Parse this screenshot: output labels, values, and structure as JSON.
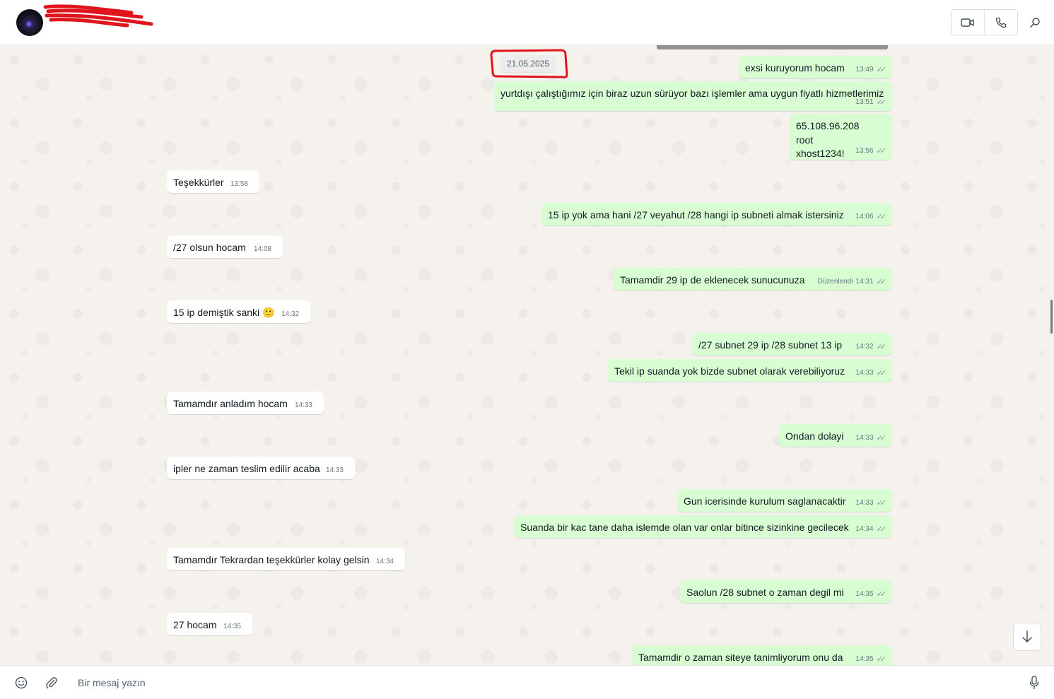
{
  "header": {
    "contact_name": "",
    "icons": {
      "video": "video-camera-icon",
      "call": "phone-icon",
      "search": "search-icon"
    }
  },
  "date_chip": "21.05.2025",
  "messages": [
    {
      "dir": "out",
      "text": "exsi kuruyorum hocam",
      "time": "13:49",
      "ticks": true,
      "edited": ""
    },
    {
      "dir": "out",
      "text": "yurtdışı çalıştığımız için biraz uzun sürüyor bazı işlemler ama uygun fiyatlı hizmetlerimiz",
      "time": "13:51",
      "ticks": true,
      "edited": ""
    },
    {
      "dir": "out",
      "text": "65.108.96.208\nroot\nxhost1234!",
      "time": "13:56",
      "ticks": true,
      "edited": ""
    },
    {
      "dir": "in",
      "text": "Teşekkürler",
      "time": "13:58",
      "ticks": false,
      "edited": ""
    },
    {
      "dir": "out",
      "text": "15 ip yok ama hani /27 veyahut /28 hangi ip subneti almak istersiniz",
      "time": "14:06",
      "ticks": true,
      "edited": ""
    },
    {
      "dir": "in",
      "text": "/27 olsun hocam",
      "time": "14:08",
      "ticks": false,
      "edited": ""
    },
    {
      "dir": "out",
      "text": "Tamamdir 29 ip de eklenecek sunucunuza",
      "time": "14:31",
      "ticks": true,
      "edited": "Düzenlendi"
    },
    {
      "dir": "in",
      "text": "15 ip demiştik sanki 🙂",
      "time": "14:32",
      "ticks": false,
      "edited": ""
    },
    {
      "dir": "out",
      "text": "/27 subnet 29 ip /28 subnet 13 ip",
      "time": "14:32",
      "ticks": true,
      "edited": ""
    },
    {
      "dir": "out",
      "text": "Tekil ip suanda yok bizde subnet olarak verebiliyoruz",
      "time": "14:33",
      "ticks": true,
      "edited": ""
    },
    {
      "dir": "in",
      "text": "Tamamdır anladım hocam",
      "time": "14:33",
      "ticks": false,
      "edited": ""
    },
    {
      "dir": "out",
      "text": "Ondan dolayi",
      "time": "14:33",
      "ticks": true,
      "edited": ""
    },
    {
      "dir": "in",
      "text": "ipler ne zaman teslim edilir acaba",
      "time": "14:33",
      "ticks": false,
      "edited": ""
    },
    {
      "dir": "out",
      "text": "Gun icerisinde kurulum saglanacaktir",
      "time": "14:33",
      "ticks": true,
      "edited": ""
    },
    {
      "dir": "out",
      "text": "Suanda bir kac tane daha islemde olan var onlar bitince sizinkine gecilecek",
      "time": "14:34",
      "ticks": true,
      "edited": ""
    },
    {
      "dir": "in",
      "text": "Tamamdır Tekrardan teşekkürler kolay gelsin",
      "time": "14:34",
      "ticks": false,
      "edited": ""
    },
    {
      "dir": "out",
      "text": "Saolun /28 subnet o zaman degil mi",
      "time": "14:35",
      "ticks": true,
      "edited": ""
    },
    {
      "dir": "in",
      "text": "27 hocam",
      "time": "14:35",
      "ticks": false,
      "edited": ""
    },
    {
      "dir": "out",
      "text": "Tamamdir o zaman siteye tanimliyorum onu da",
      "time": "14:35",
      "ticks": true,
      "edited": ""
    }
  ],
  "composer": {
    "placeholder": "Bir mesaj yazın",
    "icons": {
      "emoji": "emoji-icon",
      "attach": "paperclip-icon",
      "mic": "microphone-icon"
    }
  },
  "colors": {
    "outgoing_bubble": "#d9fdd3",
    "incoming_bubble": "#ffffff",
    "annotation_red": "#e0141c"
  }
}
